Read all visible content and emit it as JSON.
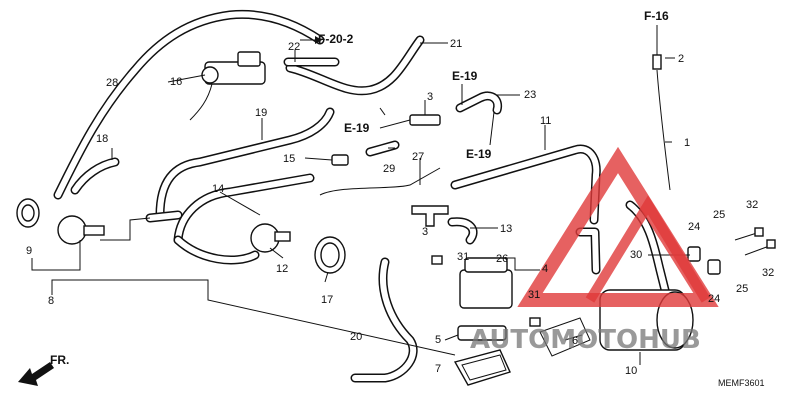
{
  "callouts": {
    "c1": "1",
    "c2": "2",
    "c3a": "3",
    "c3b": "3",
    "c4": "4",
    "c5": "5",
    "c6": "6",
    "c7": "7",
    "c8": "8",
    "c9": "9",
    "c10": "10",
    "c11": "11",
    "c12": "12",
    "c13": "13",
    "c14": "14",
    "c15": "15",
    "c16": "16",
    "c17": "17",
    "c18": "18",
    "c19": "19",
    "c20": "20",
    "c21": "21",
    "c22": "22",
    "c23": "23",
    "c24a": "24",
    "c24b": "24",
    "c25a": "25",
    "c25b": "25",
    "c26": "26",
    "c27": "27",
    "c28": "28",
    "c29": "29",
    "c30": "30",
    "c31a": "31",
    "c31b": "31",
    "c32a": "32",
    "c32b": "32"
  },
  "refs": {
    "f20_2": "F-20-2",
    "f16": "F-16",
    "e19_top": "E-19",
    "e19_left": "E-19",
    "e19_right": "E-19"
  },
  "front_marker": "FR.",
  "diagram_code": "MEMF3601",
  "watermark": {
    "brand_text": "AUTOMOTOHUB",
    "triangle_color": "#e03a3a",
    "text_color": "#8a8a8a"
  }
}
